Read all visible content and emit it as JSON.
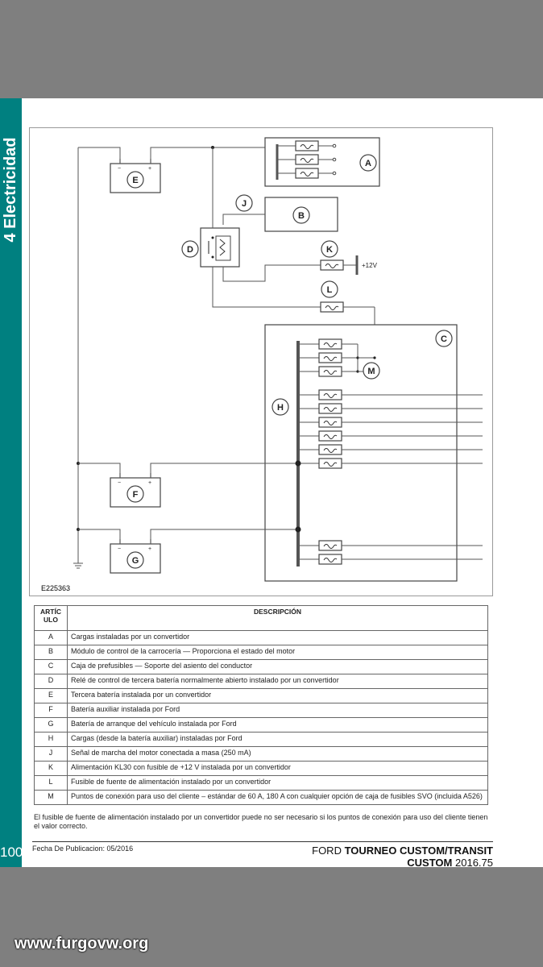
{
  "section": {
    "title": "4 Electricidad",
    "page_number": "100"
  },
  "diagram": {
    "labels": [
      "A",
      "B",
      "C",
      "D",
      "E",
      "F",
      "G",
      "H",
      "J",
      "K",
      "L",
      "M"
    ],
    "voltage_label": "+12V",
    "terminal_minus": "−",
    "terminal_plus": "+",
    "reference": "E225363"
  },
  "table": {
    "header_item": "ARTÍC ULO",
    "header_desc": "DESCRIPCIÓN",
    "rows": [
      {
        "key": "A",
        "desc": "Cargas instaladas por un convertidor"
      },
      {
        "key": "B",
        "desc": "Módulo de control de la carrocería — Proporciona el estado del motor"
      },
      {
        "key": "C",
        "desc": "Caja de prefusibles — Soporte del asiento del conductor"
      },
      {
        "key": "D",
        "desc": "Relé de control de tercera batería normalmente abierto instalado por un convertidor"
      },
      {
        "key": "E",
        "desc": "Tercera batería instalada por un convertidor"
      },
      {
        "key": "F",
        "desc": "Batería auxiliar instalada por Ford"
      },
      {
        "key": "G",
        "desc": "Batería de arranque del vehículo instalada por Ford"
      },
      {
        "key": "H",
        "desc": "Cargas (desde la batería auxiliar) instaladas por Ford"
      },
      {
        "key": "J",
        "desc": "Señal de marcha del motor conectada a masa (250 mA)"
      },
      {
        "key": "K",
        "desc": "Alimentación KL30 con fusible de +12 V instalada por un convertidor"
      },
      {
        "key": "L",
        "desc": "Fusible de fuente de alimentación instalado por un convertidor"
      },
      {
        "key": "M",
        "desc": "Puntos de conexión para uso del cliente – estándar de 60 A, 180 A con cualquier opción de caja de fusibles SVO (incluida A526)"
      }
    ]
  },
  "note": "El fusible de fuente de alimentación instalado por un convertidor puede no ser necesario si los puntos de conexión para uso del cliente tienen el valor correcto.",
  "footer": {
    "publication": "Fecha De Publicacion: 05/2016",
    "brand_light": "FORD ",
    "brand_bold_1": "TOURNEO CUSTOM/TRANSIT",
    "brand_bold_2": "CUSTOM",
    "brand_version": " 2016.75"
  },
  "watermark": "www.furgovw.org"
}
